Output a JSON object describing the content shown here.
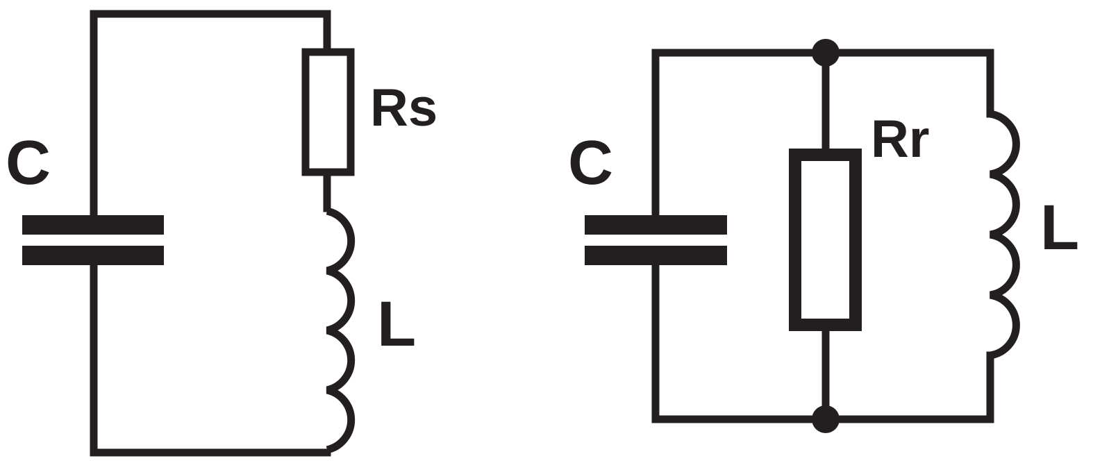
{
  "colors": {
    "ink": "#231f20",
    "background": "#ffffff"
  },
  "series_circuit": {
    "capacitor_label": "C",
    "resistor_label": "Rs",
    "inductor_label": "L"
  },
  "parallel_circuit": {
    "capacitor_label": "C",
    "resistor_label": "Rr",
    "inductor_label": "L"
  }
}
